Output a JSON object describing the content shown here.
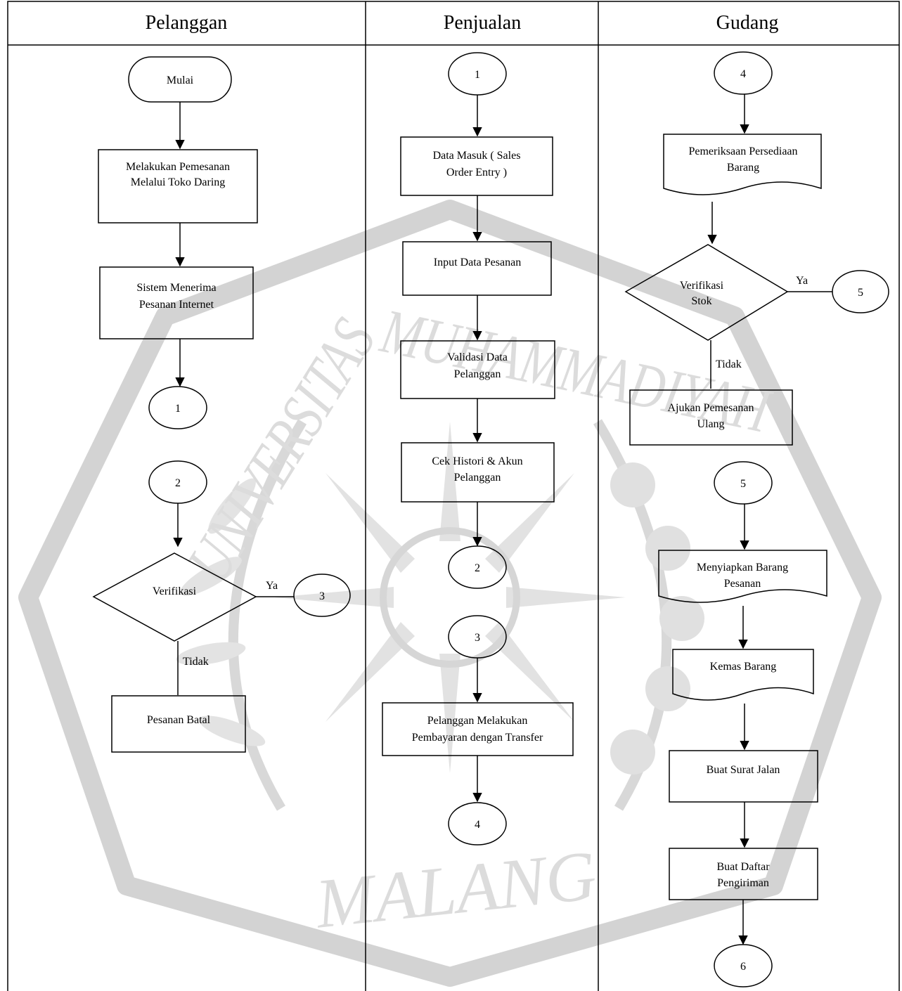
{
  "lanes": [
    {
      "id": "pelanggan",
      "title": "Pelanggan"
    },
    {
      "id": "penjualan",
      "title": "Penjualan"
    },
    {
      "id": "gudang",
      "title": "Gudang"
    }
  ],
  "pelanggan": {
    "start": "Mulai",
    "order": [
      "Melakukan Pemesanan",
      "Melalui Toko Daring"
    ],
    "system": [
      "Sistem Menerima",
      "Pesanan Internet"
    ],
    "conn1": "1",
    "conn2": "2",
    "verify": "Verifikasi",
    "yes": "Ya",
    "conn3": "3",
    "no": "Tidak",
    "cancel": "Pesanan Batal"
  },
  "penjualan": {
    "conn1": "1",
    "entry": [
      "Data Masuk ( Sales",
      "Order Entry )"
    ],
    "input": "Input Data Pesanan",
    "validate": [
      "Validasi Data",
      "Pelanggan"
    ],
    "history": [
      "Cek Histori & Akun",
      "Pelanggan"
    ],
    "conn2": "2",
    "conn3": "3",
    "payment": [
      "Pelanggan Melakukan",
      "Pembayaran dengan Transfer"
    ],
    "conn4": "4"
  },
  "gudang": {
    "conn4": "4",
    "check": [
      "Pemeriksaan Persediaan",
      "Barang"
    ],
    "verify": [
      "Verifikasi",
      "Stok"
    ],
    "yes": "Ya",
    "conn5_right": "5",
    "no": "Tidak",
    "reorder": [
      "Ajukan Pemesanan",
      "Ulang"
    ],
    "conn5": "5",
    "prepare": [
      "Menyiapkan Barang",
      "Pesanan"
    ],
    "pack": "Kemas Barang",
    "waybill": "Buat Surat Jalan",
    "list": [
      "Buat Daftar",
      "Pengiriman"
    ],
    "conn6": "6"
  },
  "watermark": {
    "top": "MUHAMMADIYAH",
    "left": "UNIVERSITAS",
    "bottom": "MALANG"
  }
}
